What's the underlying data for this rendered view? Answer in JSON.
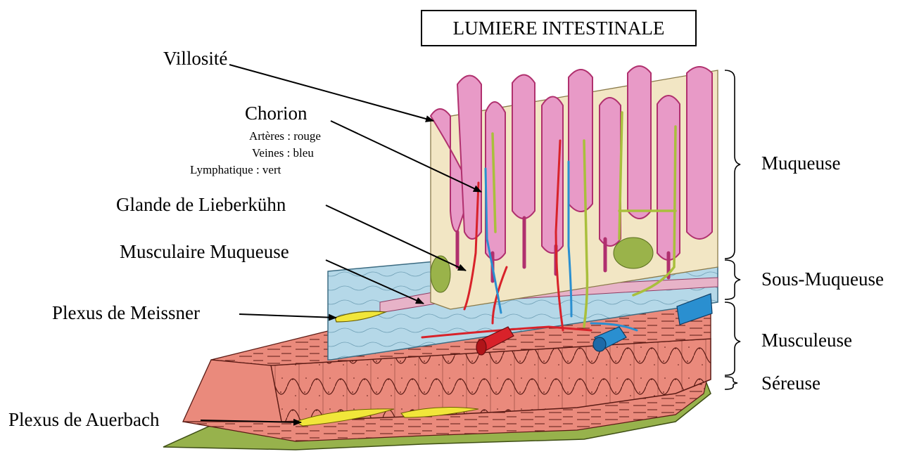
{
  "title": "LUMIERE INTESTINALE",
  "left_labels": {
    "villosite": "Villosité",
    "chorion": "Chorion",
    "chorion_legend": [
      "Artères : rouge",
      "Veines : bleu",
      "Lymphatique : vert"
    ],
    "glande": "Glande de Lieberkühn",
    "musculaire_muqueuse": "Musculaire Muqueuse",
    "plexus_meissner": "Plexus de Meissner",
    "plexus_auerbach": "Plexus de Auerbach"
  },
  "right_labels": {
    "muqueuse": "Muqueuse",
    "sous_muqueuse": "Sous-Muqueuse",
    "musculeuse": "Musculeuse",
    "sereuse": "Séreuse"
  },
  "colors": {
    "villus_pink": "#e89ac7",
    "villus_outline": "#b0306e",
    "chorion_cream": "#f2e6c4",
    "submucosa_blue": "#b5d8e8",
    "muscularis_mucosa_pink": "#e7b3c8",
    "muscle_red": "#ea8a7c",
    "serosa_green": "#97b24c",
    "artery_red": "#d8222a",
    "vein_blue": "#2a8fd0",
    "lymph_green": "#a9bf3c",
    "plexus_yellow": "#f1e63a"
  }
}
